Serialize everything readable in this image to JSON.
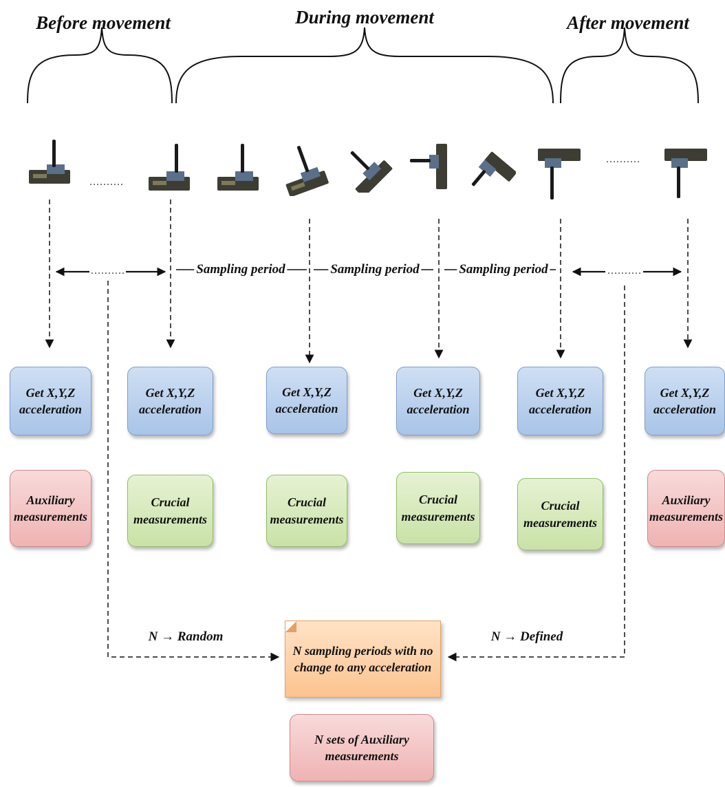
{
  "phases": {
    "before": "Before movement",
    "during": "During movement",
    "after": "After movement"
  },
  "sampling_period_label": "Sampling period",
  "ellipsis": "..........",
  "ellipsis_long": "....................",
  "boxes": {
    "get_acceleration": [
      "Get X,Y,Z",
      "acceleration"
    ],
    "auxiliary": [
      "Auxiliary",
      "measurements"
    ],
    "crucial": [
      "Crucial",
      "measurements"
    ],
    "n_sampling": [
      "N sampling periods with no",
      "change to any acceleration"
    ],
    "n_sets": [
      "N sets of Auxiliary",
      "measurements"
    ]
  },
  "labels": {
    "random": "N → Random",
    "defined": "N → Defined"
  },
  "colors": {
    "blue_box": "#a9c4e8",
    "green_box": "#c9e2a7",
    "pink_box": "#efb3b3",
    "orange_box": "#fcc38f"
  },
  "icons": {
    "device": "sensor-board-icon"
  }
}
